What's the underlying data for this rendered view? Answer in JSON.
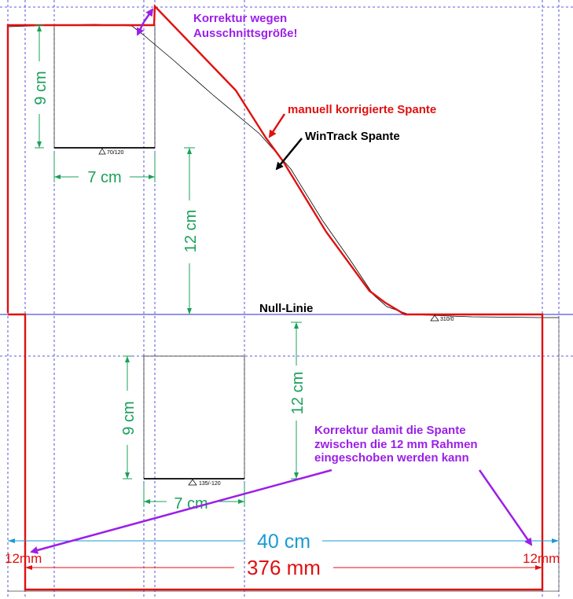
{
  "annotations": {
    "correction_cutout_line1": "Korrektur wegen",
    "correction_cutout_line2": "Ausschnittsgröße!",
    "manual_rib": "manuell korrigierte Spante",
    "wintrack_rib": "WinTrack Spante",
    "null_line": "Null-Linie",
    "correction_frame_line1": "Korrektur damit die Spante",
    "correction_frame_line2": "zwischen die 12 mm Rahmen",
    "correction_frame_line3": "eingeschoben werden kann"
  },
  "dimensions": {
    "upper_height": "9 cm",
    "upper_width": "7 cm",
    "upper_gap": "12 cm",
    "lower_height": "9 cm",
    "lower_gap": "12 cm",
    "lower_width": "7 cm",
    "total_width": "40 cm",
    "inner_width": "376 mm",
    "frame_left": "12mm",
    "frame_right": "12mm"
  },
  "markers": {
    "upper": "70/120",
    "lower": "135/-120",
    "right": "310/0"
  },
  "colors": {
    "red": "#e01010",
    "green": "#1aa05a",
    "purple": "#9b1fe8",
    "blue": "#1b9ad6",
    "guide": "#2a2ad0"
  }
}
